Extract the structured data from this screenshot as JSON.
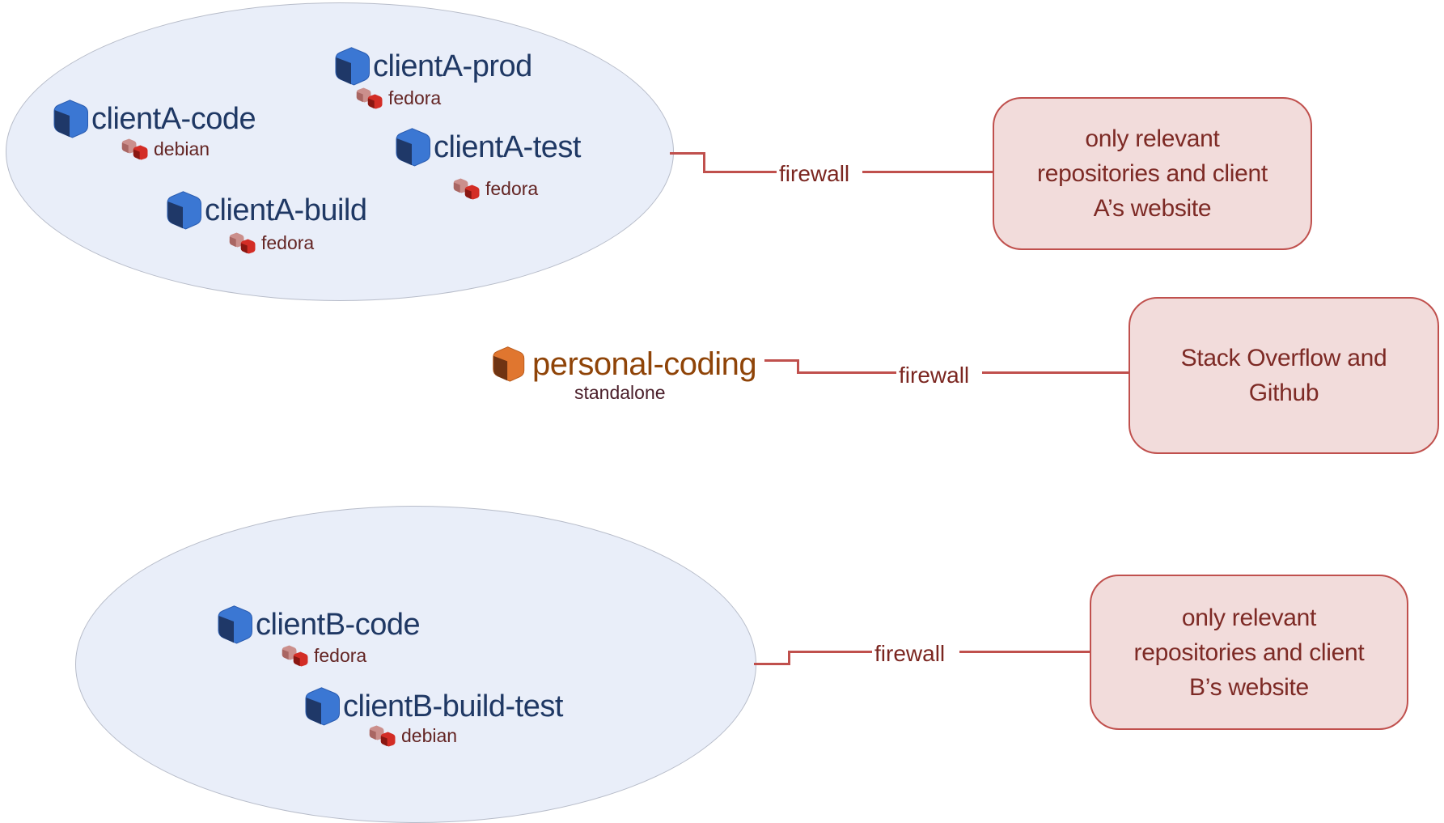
{
  "diagram": {
    "vms": [
      {
        "label": "clientA-prod",
        "os": "fedora"
      },
      {
        "label": "clientA-code",
        "os": "debian"
      },
      {
        "label": "clientA-test",
        "os": "fedora"
      },
      {
        "label": "clientA-build",
        "os": "fedora"
      },
      {
        "label": "clientB-code",
        "os": "fedora"
      },
      {
        "label": "clientB-build-test",
        "os": "debian"
      }
    ],
    "standalone_vm": {
      "label": "personal-coding",
      "os": "standalone"
    },
    "connections": [
      {
        "label": "firewall"
      },
      {
        "label": "firewall"
      },
      {
        "label": "firewall"
      }
    ],
    "allow_boxes": [
      {
        "line1": "only relevant",
        "line2": "repositories and client",
        "line3": "A’s website"
      },
      {
        "line1": "Stack Overflow and",
        "line2": "Github",
        "line3": ""
      },
      {
        "line1": "only relevant",
        "line2": "repositories and client",
        "line3": "B’s website"
      }
    ],
    "colors": {
      "vm_cube_face": "#3b77d3",
      "vm_cube_side": "#1f3868",
      "standalone_cube_face": "#e0762f",
      "standalone_cube_side": "#6f3413",
      "package_back_face": "#cb8f8c",
      "package_back_side": "#a96663",
      "package_front_face": "#d32d26",
      "package_front_side": "#8a1712",
      "connector": "#c0504d",
      "box_fill": "#f2dcdb",
      "box_border": "#c0504d",
      "box_text": "#7d2a25",
      "vm_label_text": "#1f3864",
      "os_label_text": "#632423",
      "standalone_label_text": "#8f4408",
      "standalone_sub_text": "#4a1e2a",
      "ellipse_fill": "#e9eef9",
      "ellipse_border": "#b7bcc9"
    }
  }
}
